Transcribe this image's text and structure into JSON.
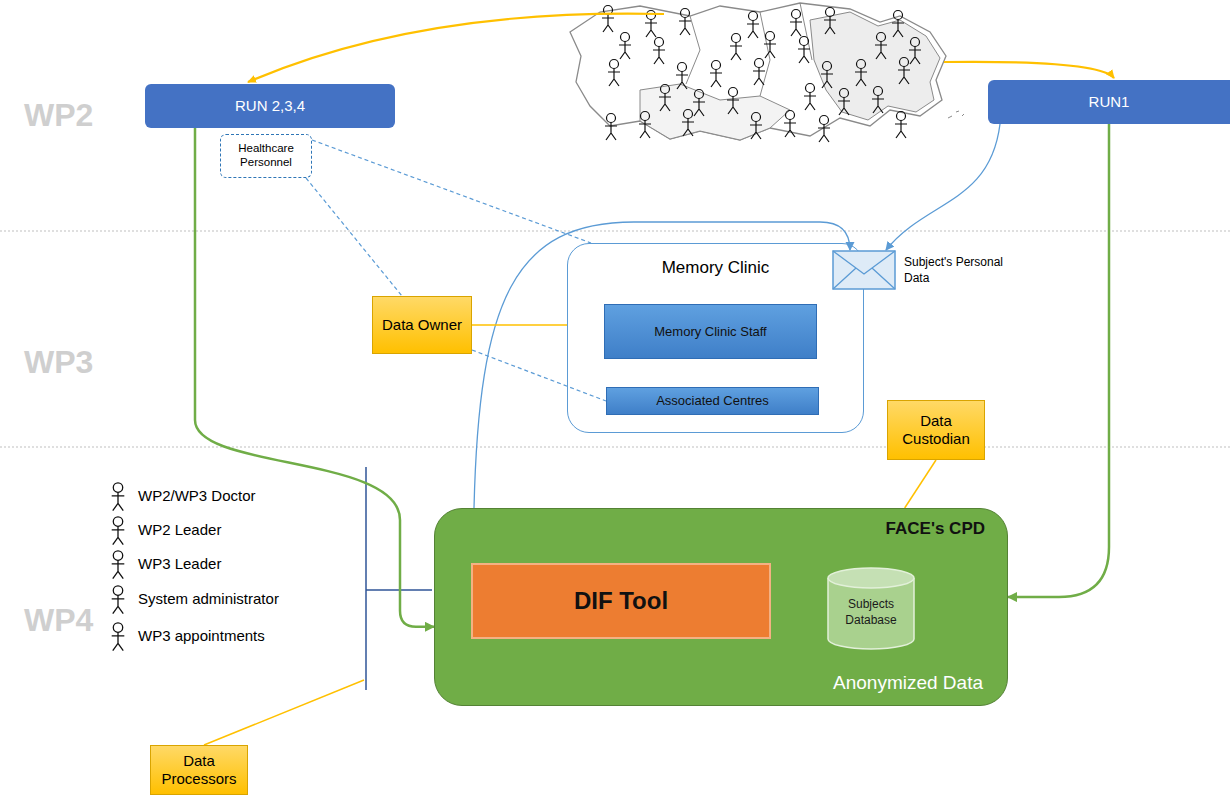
{
  "diagram": {
    "nodes": [
      {
        "text": [
          "RUN 2,3,4"
        ]
      },
      {
        "text": [
          "RUN1"
        ]
      },
      {
        "text": [
          "Healthcare Personnel"
        ]
      },
      {
        "text": [
          "Memory Clinic"
        ]
      },
      {
        "text": [
          "Memory Clinic Staff"
        ],
        "in": 3
      },
      {
        "text": [
          "Associated Centres"
        ],
        "in": 3
      },
      {
        "text": [
          "Subject's Personal Data"
        ]
      },
      {
        "text": [
          "Data Owner"
        ]
      },
      {
        "text": [
          "Data Custodian"
        ]
      },
      {
        "text": [
          "FACE's CPD",
          "Anonymized Data"
        ]
      },
      {
        "text": [
          "DIF Tool"
        ],
        "in": 9
      },
      {
        "text": [
          "Subjects Database"
        ],
        "in": 9
      },
      {
        "text": [
          "Data Processors"
        ]
      }
    ],
    "edges": [
      {
        "from": 0,
        "to": 9,
        "arrow": "to"
      },
      {
        "from": 1,
        "to": 9,
        "arrow": "to"
      },
      {
        "from": 1,
        "to": 6,
        "arrow": "to"
      },
      {
        "from": 9,
        "to": 6,
        "arrow": "to"
      },
      {
        "from": 2,
        "to": 3,
        "arrow": "none"
      },
      {
        "from": 2,
        "to": 7,
        "arrow": "none"
      },
      {
        "from": 7,
        "to": 3,
        "arrow": "none"
      },
      {
        "from": 7,
        "to": 5,
        "arrow": "none"
      },
      {
        "from": 8,
        "to": 9,
        "arrow": "none"
      }
    ],
    "labels": [
      "WP2",
      "WP3",
      "WP4",
      "WP2/WP3 Doctor",
      "WP2 Leader",
      "WP3 Leader",
      "System administrator",
      "WP3 appointments"
    ]
  }
}
